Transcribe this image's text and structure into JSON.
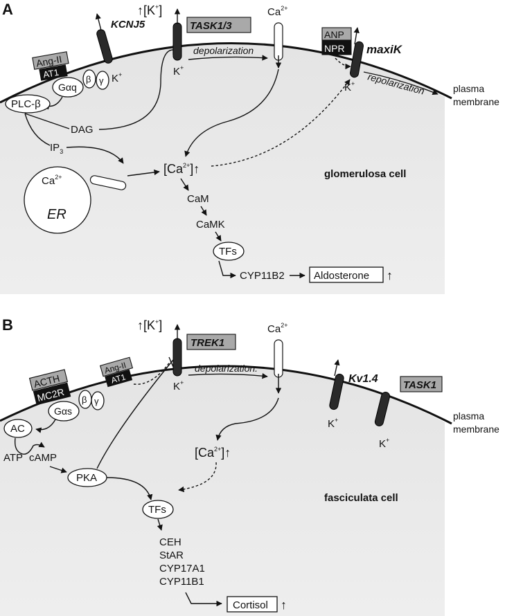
{
  "panelA": {
    "letter": "A",
    "k_ext": "↑[K",
    "k_ext_sup": "+",
    "k_ext_close": "]",
    "kcnj5": "KCNJ5",
    "task13": "TASK1/3",
    "ca_ext": "Ca",
    "ca_sup": "2+",
    "anp": "ANP",
    "npr": "NPR",
    "maxik": "maxiK",
    "angii": "Ang-II",
    "at1": "AT1",
    "gaq": "Gαq",
    "beta": "β",
    "gamma": "γ",
    "plcb": "PLC-β",
    "dag": "DAG",
    "ip3": "IP",
    "ip3_sub": "3",
    "k_plus": "K",
    "plus": "+",
    "depolarization": "depolarization",
    "repolarization": "repolarization",
    "plasma": "plasma",
    "membrane": "membrane",
    "er_ca": "Ca",
    "er": "ER",
    "cai": "[Ca",
    "cai_close": "]",
    "cai_arrow": "↑",
    "cell": "glomerulosa cell",
    "cam": "CaM",
    "camk": "CaMK",
    "tfs": "TFs",
    "cyp11b2": "CYP11B2",
    "aldosterone": "Aldosterone",
    "up": "↑"
  },
  "panelB": {
    "letter": "B",
    "k_ext": "↑[K",
    "k_ext_sup": "+",
    "k_ext_close": "]",
    "trek1": "TREK1",
    "ca_ext": "Ca",
    "ca_sup": "2+",
    "kv14": "Kv1.4",
    "task1": "TASK1",
    "angii": "Ang-II",
    "at1": "AT1",
    "acth": "ACTH",
    "mc2r": "MC2R",
    "gas": "Gαs",
    "beta": "β",
    "gamma": "γ",
    "ac": "AC",
    "atp": "ATP",
    "camp": "cAMP",
    "pka": "PKA",
    "k_plus": "K",
    "plus": "+",
    "depolarization": "depolarization.",
    "plasma": "plasma",
    "membrane": "membrane",
    "cai": "[Ca",
    "cai_close": "]",
    "cai_arrow": "↑",
    "cell": "fasciculata cell",
    "tfs": "TFs",
    "genes": [
      "CEH",
      "StAR",
      "CYP17A1",
      "CYP11B1"
    ],
    "cortisol": "Cortisol",
    "up": "↑"
  }
}
